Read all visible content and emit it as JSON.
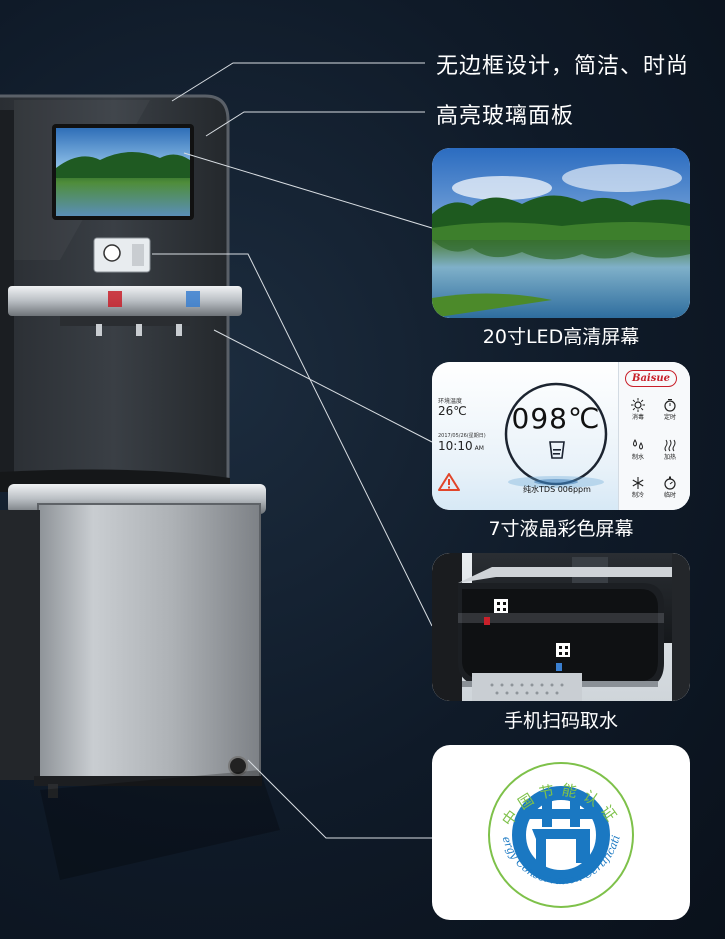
{
  "callouts": {
    "frameless": "无边框设计，简洁、时尚",
    "glass": "高亮玻璃面板"
  },
  "features": [
    {
      "caption": "20寸LED高清屏幕",
      "icon": "lake-landscape-photo"
    },
    {
      "caption": "7寸液晶彩色屏幕",
      "icon": "control-panel-screen"
    },
    {
      "caption": "手机扫码取水",
      "icon": "qr-dispenser-photo"
    },
    {
      "icon": "energy-conservation-certification-logo"
    }
  ],
  "lcd": {
    "brand": "Baisue",
    "ambient_label": "环境温度",
    "ambient_temp": "26℃",
    "date": "2017/05/26(星期日)",
    "time": "10:10",
    "time_suffix": "AM",
    "water_temp": "098℃",
    "tds": "纯水TDS 006ppm",
    "buttons": [
      {
        "label": "消毒",
        "icon": "sun-icon"
      },
      {
        "label": "定时",
        "icon": "clock-icon"
      },
      {
        "label": "制水",
        "icon": "droplets-icon"
      },
      {
        "label": "加热",
        "icon": "heat-waves-icon"
      },
      {
        "label": "制冷",
        "icon": "snowflake-icon"
      },
      {
        "label": "临时",
        "icon": "stopwatch-icon"
      }
    ]
  },
  "cert": {
    "cn_text": "中国节能认证",
    "en_text": "Energy Conservation Certification"
  },
  "colors": {
    "background": "#0f1a28",
    "cert_blue": "#1a78c2",
    "cert_green": "#7ec14a",
    "brand_red": "#c8202a"
  }
}
